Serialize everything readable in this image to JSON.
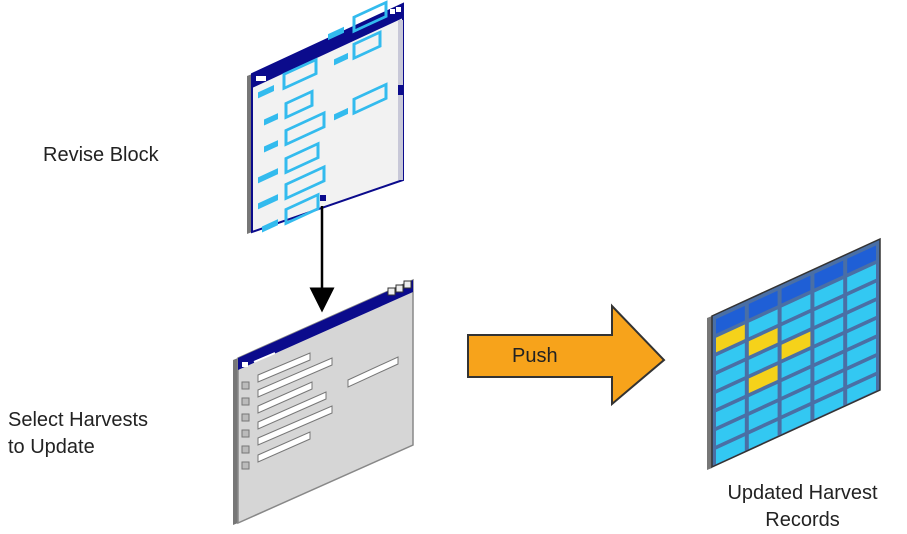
{
  "labels": {
    "revise_block": "Revise Block",
    "select_harvests_line1": "Select Harvests",
    "select_harvests_line2": "to Update",
    "updated_records_line1": "Updated Harvest",
    "updated_records_line2": "Records"
  },
  "push_arrow": {
    "label": "Push"
  },
  "colors": {
    "window_frame": "#0b0b8c",
    "form_field": "#33bbee",
    "arrow_fill": "#f7a31b",
    "table_cell": "#33c8f2",
    "table_header": "#1f5fd6",
    "table_highlight": "#f5d21a"
  }
}
